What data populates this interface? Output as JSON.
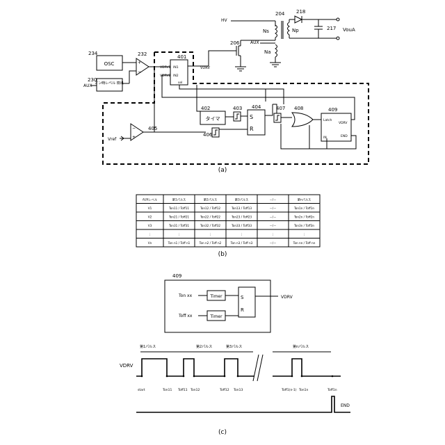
{
  "circuit": {
    "label_hv": "HV",
    "label_204": "204",
    "label_218": "218",
    "label_217": "217",
    "label_ns1": "Ns",
    "label_np": "Np",
    "label_na": "Na",
    "label_aux_top": "AUX",
    "label_vout": "VouA",
    "label_206": "206",
    "label_234": "234",
    "osc": "OSC",
    "label_232": "232",
    "label_230": "230",
    "aux_level_block": "オン時レベル 検出",
    "label_aux_in": "AUX",
    "label_401": "401",
    "pin_vdrv1": "VDRV1",
    "pin_vdrv2": "VDRV2",
    "pin_in1": "IN1",
    "pin_in2": "IN2",
    "pin_sel": "sel",
    "label_vdrv_out": "VDRV",
    "label_402": "402",
    "timer": "タイマ",
    "label_403": "403",
    "label_404": "404",
    "sr_s": "S",
    "sr_r": "R",
    "label_405": "405",
    "label_406": "406",
    "label_407": "407",
    "label_408": "408",
    "label_409": "409",
    "latch": "Latch",
    "vdrv_small": "VDRV",
    "in_small": "IN",
    "end_small": "END",
    "vref": "Vref",
    "caption_a": "(a)"
  },
  "table": {
    "headers": [
      "AUXレベル",
      "第1パルス",
      "第2パルス",
      "第3パルス",
      "－/－",
      "第nパルス"
    ],
    "rows": [
      [
        "V1",
        "Ton11 / Toff11",
        "Ton12 / Toff12",
        "Ton13 / Toff13",
        "－/－",
        "Ton1n / Toff1n"
      ],
      [
        "V2",
        "Ton21 / Toff21",
        "Ton22 / Toff22",
        "Ton23 / Toff23",
        "－/－",
        "Ton2n / Toff2n"
      ],
      [
        "V3",
        "Ton31 / Toff31",
        "Ton32 / Toff32",
        "Ton33 / Toff33",
        "－/－",
        "Ton3n / Toff3n"
      ],
      [
        "⋮",
        "⋮",
        "⋮",
        "⋮",
        "⋮",
        "⋮"
      ],
      [
        "Vn",
        "Ton n1 / Toff n1",
        "Ton n2 / Toff n2",
        "Ton n3 / Toff n3",
        "－/－",
        "Ton nn / Toff nn"
      ]
    ],
    "caption_b": "(b)"
  },
  "block409": {
    "label": "409",
    "in_on": "Ton xx",
    "in_off": "Toff xx",
    "timer1": "Timer",
    "timer2": "Timer",
    "s": "S",
    "r": "R",
    "out": "VDRV"
  },
  "timing": {
    "p1": "第1パルス",
    "p2": "第2パルス",
    "p3": "第3パルス",
    "pn": "第nパルス",
    "vdrv": "VDRV",
    "start": "start",
    "ton11": "Ton11",
    "toff11": "Toff11",
    "ton12": "Ton12",
    "toff12": "Toff12",
    "ton13": "Ton13",
    "toff1n1": "Toff1(n-1)",
    "ton1n": "Ton1n",
    "toff1n": "Toff1n",
    "end": "END",
    "caption_c": "(c)"
  }
}
